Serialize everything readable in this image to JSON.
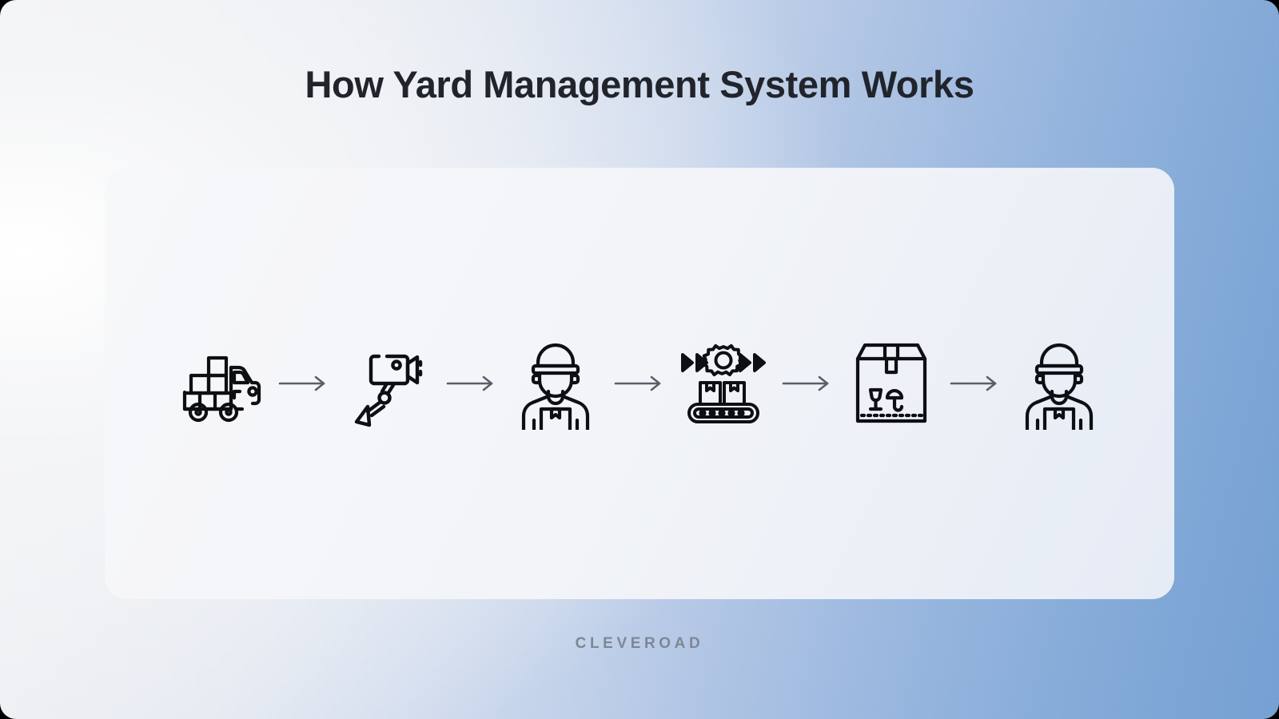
{
  "page": {
    "title": "How Yard Management System Works",
    "brand": "CLEVEROAD",
    "title_color": "#21242b",
    "brand_color": "#7d8796",
    "background_gradient_from": "#f3f4f6",
    "background_gradient_to": "#76a0d3",
    "card_background_from": "#f7f8fa",
    "card_background_to": "#e6ebf5",
    "icon_stroke_color": "#0d0f12",
    "arrow_color": "#595f69"
  },
  "flow": {
    "steps": [
      {
        "id": 1,
        "icon": "delivery-truck-with-boxes-icon"
      },
      {
        "id": 2,
        "icon": "security-camera-icon"
      },
      {
        "id": 3,
        "icon": "warehouse-worker-with-package-icon"
      },
      {
        "id": 4,
        "icon": "conveyor-belt-with-gear-icon"
      },
      {
        "id": 5,
        "icon": "cardboard-box-fragile-icon"
      },
      {
        "id": 6,
        "icon": "warehouse-worker-with-package-icon"
      }
    ],
    "arrows": [
      {
        "id": 1,
        "icon": "arrow-right-icon"
      },
      {
        "id": 2,
        "icon": "arrow-right-icon"
      },
      {
        "id": 3,
        "icon": "arrow-right-icon"
      },
      {
        "id": 4,
        "icon": "arrow-right-icon"
      },
      {
        "id": 5,
        "icon": "arrow-right-icon"
      }
    ]
  }
}
